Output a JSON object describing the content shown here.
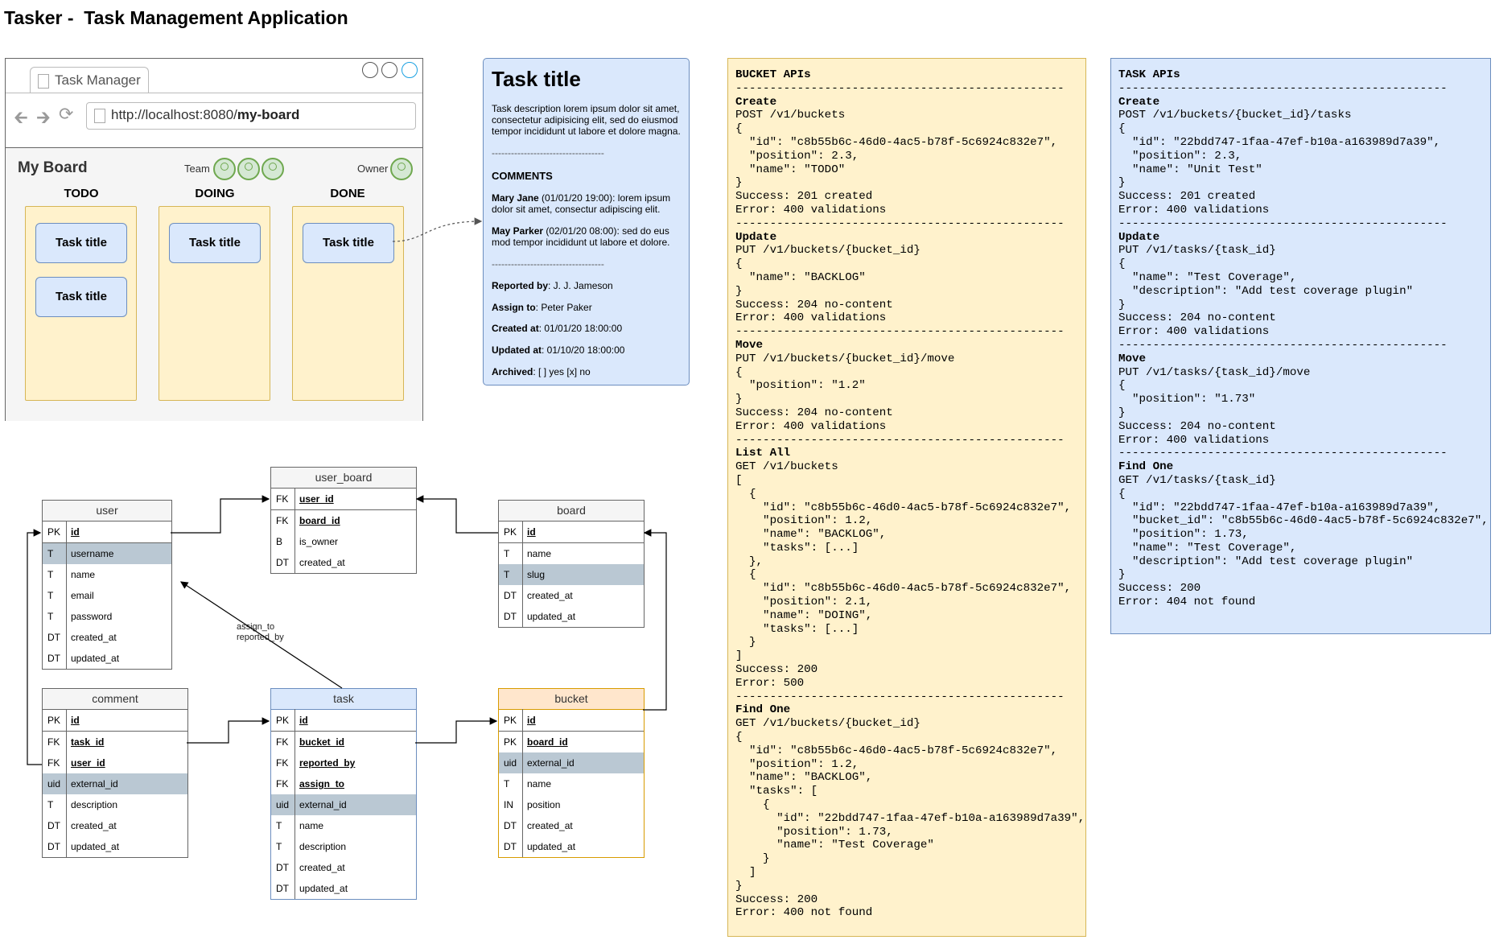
{
  "page_title": "Tasker -  Task Management Application",
  "browser": {
    "tab_label": "Task Manager",
    "url_prefix": "http://localhost:8080/",
    "url_path": "my-board",
    "board_title": "My Board",
    "team_label": "Team",
    "owner_label": "Owner",
    "columns": [
      {
        "name": "TODO",
        "cards": [
          "Task title",
          "Task title"
        ]
      },
      {
        "name": "DOING",
        "cards": [
          "Task title"
        ]
      },
      {
        "name": "DONE",
        "cards": [
          "Task title"
        ]
      }
    ]
  },
  "task_detail": {
    "title": "Task title",
    "description": "Task description lorem ipsum dolor sit amet, consectetur adipisicing elit, sed do eiusmod tempor incididunt ut labore et dolore magna.",
    "divider": "-----------------------------------",
    "comments_title": "COMMENTS",
    "comments": [
      {
        "author": "Mary Jane",
        "text": " (01/01/20 19:00): lorem ipsum dolor sit amet, consectur adipiscing elit."
      },
      {
        "author": "May Parker",
        "text": " (02/01/20 08:00): sed do eus mod tempor incididunt ut labore et dolore."
      }
    ],
    "fields": [
      {
        "label": "Reported by",
        "value": ": J. J. Jameson"
      },
      {
        "label": "Assign to",
        "value": ": Peter Paker"
      },
      {
        "label": "Created at",
        "value": ": 01/01/20 18:00:00"
      },
      {
        "label": "Updated at",
        "value": ": 01/10/20 18:00:00"
      },
      {
        "label": "Archived",
        "value": ": [ ] yes  [x] no"
      }
    ]
  },
  "bucket_api": {
    "title": "BUCKET APIs",
    "text": "------------------------------------------------\nCreate\nPOST /v1/buckets\n{\n  \"id\": \"c8b55b6c-46d0-4ac5-b78f-5c6924c832e7\",\n  \"position\": 2.3,\n  \"name\": \"TODO\"\n}\nSuccess: 201 created\nError: 400 validations\n------------------------------------------------\nUpdate\nPUT /v1/buckets/{bucket_id}\n{\n  \"name\": \"BACKLOG\"\n}\nSuccess: 204 no-content\nError: 400 validations\n------------------------------------------------\nMove\nPUT /v1/buckets/{bucket_id}/move\n{\n  \"position\": \"1.2\"\n}\nSuccess: 204 no-content\nError: 400 validations\n------------------------------------------------\nList All\nGET /v1/buckets\n[\n  {\n    \"id\": \"c8b55b6c-46d0-4ac5-b78f-5c6924c832e7\",\n    \"position\": 1.2,\n    \"name\": \"BACKLOG\",\n    \"tasks\": [...]\n  },\n  {\n    \"id\": \"c8b55b6c-46d0-4ac5-b78f-5c6924c832e7\",\n    \"position\": 2.1,\n    \"name\": \"DOING\",\n    \"tasks\": [...]\n  }\n]\nSuccess: 200\nError: 500\n------------------------------------------------\nFind One\nGET /v1/buckets/{bucket_id}\n{\n  \"id\": \"c8b55b6c-46d0-4ac5-b78f-5c6924c832e7\",\n  \"position\": 1.2,\n  \"name\": \"BACKLOG\",\n  \"tasks\": [\n    {\n      \"id\": \"22bdd747-1faa-47ef-b10a-a163989d7a39\",\n      \"position\": 1.73,\n      \"name\": \"Test Coverage\"\n    }\n  ]\n}\nSuccess: 200\nError: 400 not found",
    "section_headers": [
      "Create",
      "Update",
      "Move",
      "List All",
      "Find One"
    ]
  },
  "task_api": {
    "title": "TASK APIs",
    "text": "------------------------------------------------\nCreate\nPOST /v1/buckets/{bucket_id}/tasks\n{\n  \"id\": \"22bdd747-1faa-47ef-b10a-a163989d7a39\",\n  \"position\": 2.3,\n  \"name\": \"Unit Test\"\n}\nSuccess: 201 created\nError: 400 validations\n------------------------------------------------\nUpdate\nPUT /v1/tasks/{task_id}\n{\n  \"name\": \"Test Coverage\",\n  \"description\": \"Add test coverage plugin\"\n}\nSuccess: 204 no-content\nError: 400 validations\n------------------------------------------------\nMove\nPUT /v1/tasks/{task_id}/move\n{\n  \"position\": \"1.73\"\n}\nSuccess: 204 no-content\nError: 400 validations\n------------------------------------------------\nFind One\nGET /v1/tasks/{task_id}\n{\n  \"id\": \"22bdd747-1faa-47ef-b10a-a163989d7a39\",\n  \"bucket_id\": \"c8b55b6c-46d0-4ac5-b78f-5c6924c832e7\",\n  \"position\": 1.73,\n  \"name\": \"Test Coverage\",\n  \"description\": \"Add test coverage plugin\"\n}\nSuccess: 200\nError: 404 not found",
    "section_headers": [
      "Create",
      "Update",
      "Move",
      "Find One"
    ]
  },
  "er": {
    "relation_label": [
      "assign_to",
      "reported_by"
    ],
    "tables": {
      "user": {
        "name": "user",
        "rows": [
          {
            "k": "PK",
            "n": "id",
            "pk": true
          },
          {
            "k": "T",
            "n": "username",
            "hl": true
          },
          {
            "k": "T",
            "n": "name"
          },
          {
            "k": "T",
            "n": "email"
          },
          {
            "k": "T",
            "n": "password"
          },
          {
            "k": "DT",
            "n": "created_at"
          },
          {
            "k": "DT",
            "n": "updated_at"
          }
        ]
      },
      "user_board": {
        "name": "user_board",
        "rows": [
          {
            "k": "FK",
            "n": "user_id",
            "pk": true
          },
          {
            "k": "FK",
            "n": "board_id",
            "b": true
          },
          {
            "k": "B",
            "n": "is_owner"
          },
          {
            "k": "DT",
            "n": "created_at"
          }
        ]
      },
      "board": {
        "name": "board",
        "rows": [
          {
            "k": "PK",
            "n": "id",
            "pk": true
          },
          {
            "k": "T",
            "n": "name"
          },
          {
            "k": "T",
            "n": "slug",
            "hl": true
          },
          {
            "k": "DT",
            "n": "created_at"
          },
          {
            "k": "DT",
            "n": "updated_at"
          }
        ]
      },
      "comment": {
        "name": "comment",
        "rows": [
          {
            "k": "PK",
            "n": "id",
            "pk": true
          },
          {
            "k": "FK",
            "n": "task_id",
            "b": true
          },
          {
            "k": "FK",
            "n": "user_id",
            "b": true
          },
          {
            "k": "uid",
            "n": "external_id",
            "hl": true
          },
          {
            "k": "T",
            "n": "description"
          },
          {
            "k": "DT",
            "n": "created_at"
          },
          {
            "k": "DT",
            "n": "updated_at"
          }
        ]
      },
      "task": {
        "name": "task",
        "rows": [
          {
            "k": "PK",
            "n": "id",
            "pk": true
          },
          {
            "k": "FK",
            "n": "bucket_id",
            "b": true
          },
          {
            "k": "FK",
            "n": "reported_by",
            "b": true
          },
          {
            "k": "FK",
            "n": "assign_to",
            "b": true
          },
          {
            "k": "uid",
            "n": "external_id",
            "hl": true
          },
          {
            "k": "T",
            "n": "name"
          },
          {
            "k": "T",
            "n": "description"
          },
          {
            "k": "DT",
            "n": "created_at"
          },
          {
            "k": "DT",
            "n": "updated_at"
          }
        ]
      },
      "bucket": {
        "name": "bucket",
        "rows": [
          {
            "k": "PK",
            "n": "id",
            "pk": true
          },
          {
            "k": "PK",
            "n": "board_id",
            "b": true
          },
          {
            "k": "uid",
            "n": "external_id",
            "hl": true
          },
          {
            "k": "T",
            "n": "name"
          },
          {
            "k": "IN",
            "n": "position"
          },
          {
            "k": "DT",
            "n": "created_at"
          },
          {
            "k": "DT",
            "n": "updated_at"
          }
        ]
      }
    }
  }
}
